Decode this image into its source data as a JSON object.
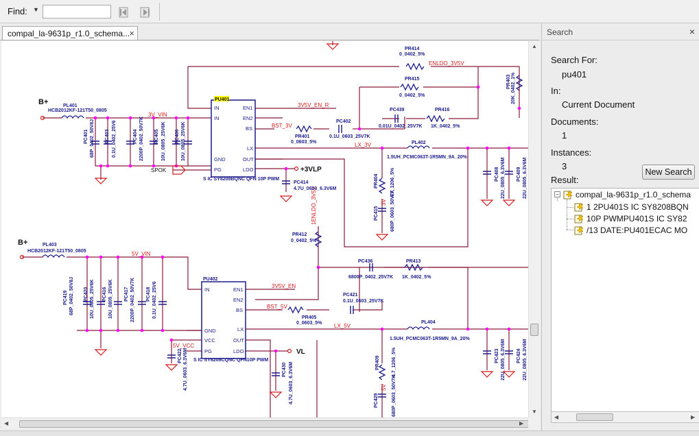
{
  "toolbar": {
    "find_label": "Find:",
    "find_value": "",
    "prev_icon": "find-previous-icon",
    "next_icon": "find-next-icon"
  },
  "document_tab": {
    "title": "compal_la-9631p_r1.0_schema...",
    "close": "×"
  },
  "colors": {
    "wire": "#8b1a3a",
    "pin": "#1a1a8c",
    "junction": "#ff00ff",
    "net_label": "#d41c1c",
    "ground": "#d41c1c",
    "ic_fill": "#ffffff",
    "ic_border": "#1a1a8c",
    "ref_highlight": "#ffff00"
  },
  "schematic": {
    "nets": {
      "b_plus_1": "B+",
      "b_plus_2": "B+",
      "v3_vin": "3V_VIN",
      "v5_vin": "5V_VIN",
      "v3_en_r": "3V5V_EN_R",
      "v5_en": "3V5V_EN",
      "bst_3v": "BST_3V",
      "bst_5v": "BST_5V",
      "lx_3v": "LX_3V",
      "lx_5v": "LX_5V",
      "enldo": "ENLDO_3V5V",
      "enldo_vert": "1ENLDO_3V5V",
      "spok": "SPOK",
      "v5_vcc": "5V_VCC",
      "plus_3vlp": "+3VLP",
      "vl": "VL",
      "v3_vert": "3V",
      "v5_vert": "5V"
    },
    "components": {
      "pl401": "PL401",
      "pl401_val": "HCB2012KF-121T50_0805",
      "pl403": "PL403",
      "pl403_val": "HCB2012KF-121T50_0805",
      "pu401": "PU401",
      "pu401_desc": "S IC SY8208BQNC QFN 10P PWM",
      "pu402": "PU402",
      "pu402_desc": "S IC SY8208CQNC QFN10P PWM",
      "pr414": "PR414",
      "pr414_val": "0_0402_5%",
      "pr415": "PR415",
      "pr415_val": "0_0402_5%",
      "pr403": "PR403",
      "pr403_val": "20K_0402_1%",
      "pc439": "PC439",
      "pc439_val": "0.01U_0402_25V7K",
      "pr416": "PR416",
      "pr416_val": "1K_0402_5%",
      "pr401": "PR401",
      "pr401_val": "0_0603_5%",
      "pc402": "PC402",
      "pc402_val": "0.1U_0603_25V7K",
      "pl402": "PL402",
      "pl402_val": "1.5UH_PCMC063T-1R5MN_9A_20%",
      "pc414": "PC414",
      "pc414_val": "4.7U_0603_6.3V6M",
      "pr412": "PR412",
      "pr412_val": "0_0402_5%",
      "pr404": "PR404",
      "pr404_val": "4.7_1206_5%",
      "pc415": "PC415",
      "pc415_val": "680P_0603_50V7K",
      "pc436": "PC436",
      "pc436_val": "6800P_0402_25V7K",
      "pr413": "PR413",
      "pr413_val": "1K_0402_5%",
      "pc421": "PC421",
      "pc421_val": "0.1U_0603_25V7K",
      "pr405": "PR405",
      "pr405_val": "0_0603_5%",
      "pl404": "PL404",
      "pl404_val": "1.5UH_PCMC063T-1R5MN_9A_20%",
      "pc422": "PC422",
      "pc422_val": "4.7U_0603_6.3V6M",
      "pc430": "PC430",
      "pc430_val": "4.7U_0603_6.3V6M",
      "pr409": "PR409",
      "pr409_val": "4.7_1206_5%",
      "pc429": "PC429",
      "pc429_val": "680P_0603_50V7K",
      "pc408": "PC408",
      "pc408_val": "22U_0805_6.3V6M",
      "pc409": "PC409",
      "pc409_val": "22U_0805_6.3V6M",
      "pc423": "PC423",
      "pc423_val": "22U_0805_6.3V6M",
      "pc424": "PC424",
      "pc424_val": "22U_0805_6.3V6M",
      "pc401": "PC401",
      "pc401_val": "68P_0402_50V8J",
      "pc403": "PC403",
      "pc403_val": "0.1U_0402_25V6",
      "pc404": "PC404",
      "pc404_val": "2200P_0402_50V7K",
      "pc405": "PC405",
      "pc405_val": "10U_0805_25V6K",
      "pc406": "PC406",
      "pc406_val": "10U_0805_25V6K",
      "pc419": "PC419",
      "pc419_val": "68P_0402_50V8J",
      "pc420": "PC420",
      "pc420_val": "10U_0805_25V6K",
      "pc416": "PC416",
      "pc416_val": "10U_0805_25V6K",
      "pc417": "PC417",
      "pc417_val": "2200P_0402_50V7K",
      "pc418": "PC418",
      "pc418_val": "0.1U_0402_25V6"
    },
    "pins": {
      "in": "IN",
      "en1": "EN1",
      "en2": "EN2",
      "bs": "BS",
      "lx": "LX",
      "gnd": "GND",
      "out": "OUT",
      "pg": "PG",
      "ldo": "LDO",
      "vcc": "VCC"
    }
  },
  "search_panel": {
    "title": "Search",
    "close": "×",
    "search_for_label": "Search For:",
    "search_for_value": "pu401",
    "in_label": "In:",
    "in_value": "Current Document",
    "documents_label": "Documents:",
    "documents_value": "1",
    "instances_label": "Instances:",
    "instances_value": "3",
    "new_search_button": "New Search",
    "result_label": "Result:",
    "tree": {
      "root": "compal_la-9631p_r1.0_schema",
      "items": [
        "1 2PU401S IC SY8208BQN",
        "10P PWMPU401S IC SY82",
        "/13 DATE:PU401ECAC MO"
      ]
    }
  }
}
